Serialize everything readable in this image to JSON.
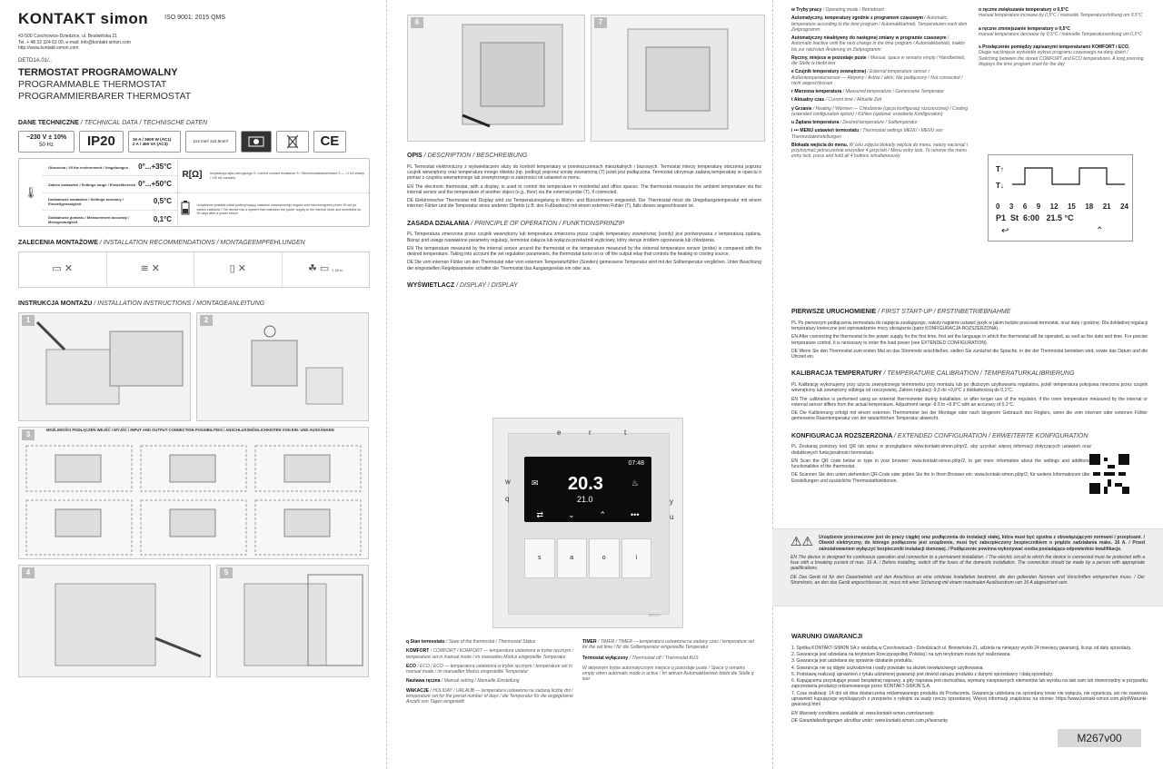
{
  "header": {
    "brand": "KONTAKT simon",
    "iso": "ISO 9001: 2015 QMS",
    "address": [
      "43-500 Czechowice-Dziedzice, ul. Bestwińska 21",
      "Tel. + 48 32 324 63 00, e-mail: info@kontakt-simon.com",
      "http://www.kontakt-simon.com"
    ],
    "code": "DETD1A.01/..",
    "title_pl": "TERMOSTAT PROGRAMOWALNY",
    "title_en": "PROGRAMMABLE THERMOSTAT",
    "title_de": "PROGRAMMIERBARER THERMOSTAT"
  },
  "tech": {
    "heading": "DANE TECHNICZNE",
    "heading_alt": "/ TECHNICAL DATA / TECHNISCHE DATEN",
    "voltage": "~230 V ± 10%",
    "freq": "50 Hz",
    "ip": "IP20",
    "load1": "16 A / 3600 W (AC1)",
    "load2": "2 A / 450 VA (AC3)",
    "wire": "1x4 mm² 2x2.5mm²",
    "ce": "CE",
    "rows": [
      {
        "label": "Otoczenia / Of the environment / Umgebungen",
        "value": "0°...+35°C"
      },
      {
        "label": "Zakres nastawień / Settings range / Einstellbereich",
        "value": "0°...+50°C"
      },
      {
        "label": "Dokładność nastawień / Settings accuracy / Einstellgenauigkeit",
        "value": "0,5°C"
      },
      {
        "label": "Dokładność pomiaru / Measurement accuracy / Messgenauigkeit",
        "value": "0,1°C"
      }
    ],
    "sensor_symbol": "R[Ω]",
    "sensor_text": "rezystancja styku sterującego S / control contact resistance S / Steuerkontaktwiderstand S — <1 kΩ zwarty / >40 kΩ rozwarty",
    "battery_text": "Urządzenie posiada układ podtrzymujący zasilanie wewnętrznego zegara oraz harmonogramu przez 90 dni po zaniku zasilania / The device has a system that maintains the power supply to the internal clock and schedules for 90 days after a power failure"
  },
  "mount": {
    "heading": "ZALECENIA MONTAŻOWE",
    "heading_alt": "/ INSTALLATION RECOMMENDATIONS / MONTAGEEMPFEHLUNGEN",
    "height": "1,50 m"
  },
  "install": {
    "heading": "INSTRUKCJA MONTAŻU",
    "heading_alt": "/ INSTALLATION INSTRUCTIONS / MONTAGEANLEITUNG",
    "step3": "MOŻLIWOŚCI PODŁĄCZEŃ WEJŚĆ I WYJŚĆ / INPUT AND OUTPUT CONNECTION POSSIBILITIES / ANSCHLUSSMÖGLICHKEITEN VON EIN- UND AUSGÄNGEN",
    "steps": [
      "1",
      "2",
      "3",
      "4",
      "5",
      "6",
      "7"
    ]
  },
  "opis": {
    "heading": "OPIS",
    "heading_alt": "/ DESCRIPTION / BESCHREIBUNG",
    "pl": "PL Termostat elektroniczny z wyświetlaczem służy do kontroli temperatury w pomieszczeniach mieszkalnych i biurowych. Termostat mierzy temperaturę otoczenia poprzez czujnik wewnętrzny oraz temperaturę innego obiektu (np. podłogi) poprzez sondę zewnętrzną (T) jeżeli jest podłączona. Termostat utrzymuje zadaną temperaturę w oparciu o pomiar z czujnika wewnętrznego lub zewnętrznego w zależności od ustawień w menu.",
    "en": "EN The electronic thermostat, with a display, is used to control the temperature in residential and office spaces. The thermostat measures the ambient temperature via the internal sensor and the temperature of another object (e.g., floor) via the external probe (T), if connected.",
    "de": "DE Elektronischer Thermostat mit Display wird zur Temperaturregelung in Wohn- und Bürozimmern eingesetzt. Der Thermostat misst die Umgebungstemperatur mit einem internen Fühler und die Temperatur eines anderen Objekts (z.B. des Fußbodens) mit einem externen Fühler (T), falls dieses angeschlossen ist."
  },
  "zasada": {
    "heading": "ZASADA DZIAŁANIA",
    "heading_alt": "/ PRINCIPLE OF OPERATION / FUNKTIONSPRINZIP",
    "pl": "PL Temperatura zmierzona przez czujnik wewnętrzny lub temperatura zmierzona przez czujnik temperatury zewnętrznej (sondy) jest porównywana z temperaturą żądaną. Biorąc pod uwagę nastawione parametry regulacji, termostat załącza lub wyłącza przekaźnik wyjściowy, który steruje źródłem ogrzewania lub chłodzenia.",
    "en": "EN The temperature measured by the internal sensor around the thermostat or the temperature measured by the external temperature sensor (probe) is compared with the desired temperature. Taking into account the set regulation parameters, the thermostat turns on or off the output relay that controls the heating or cooling source.",
    "de": "DE Die vom internen Fühler um den Thermostat oder vom externen Temperaturfühler (Sonden) gemessene Temperatur wird mit der Solltemperatur verglichen. Unter Beachtung der eingestellten Regelparameter schaltet der Thermostat das Ausgangsrelais ein oder aus."
  },
  "display": {
    "heading": "WYŚWIETLACZ",
    "heading_alt": "/ DISPLAY / DISPLAY",
    "time": "07:48",
    "temp": "20.3",
    "temp2": "21.0",
    "buttons": [
      "s",
      "a",
      "o",
      "i"
    ],
    "brand_small": "simon",
    "callouts": [
      "e",
      "r",
      "t",
      "w",
      "q",
      "y",
      "u"
    ]
  },
  "legend_left": [
    {
      "t": "q Stan termostatu",
      "s": "/ State of the thermostat / Thermostat Status"
    },
    {
      "t": "KOMFORT",
      "s": "/ COMFORT / KOMFORT — temperatura ustawiona w trybie ręcznym / temperature set in manual mode / im manuellen Modus eingestellte Temperatur"
    },
    {
      "t": "ECO",
      "s": "/ ECO / ECO — temperatura ustawiona w trybie ręcznym / temperature set in manual mode / im manuellen Modus eingestellte Temperatur"
    },
    {
      "t": "Nastawa ręczna",
      "s": "/ Manual setting / Manuelle Einstellung"
    },
    {
      "t": "WAKACJE",
      "s": "/ HOLIDAY / URLAUB — temperatura ustawiona na zadaną liczbę dni / temperature set for the preset number of days / die Temperatur für die angegebene Anzahl von Tagen eingestellt"
    }
  ],
  "legend_right": [
    {
      "t": "TIMER",
      "s": "/ TIMER / TIMER — temperatura ustawiona na zadany czas / temperature set for the set time / für die Solltemperatur eingestellte Temperatur"
    },
    {
      "t": "Termostat wyłączony",
      "s": "/ Thermostat off / Thermostat AUS"
    },
    {
      "t": "",
      "s": "W aktywnym trybie automatycznym miejsce q pozostaje puste / Space q remains empty when automatic mode is active / Im aktiven Automatikbetrieb bleibt die Stelle q leer"
    }
  ],
  "c3_items": [
    {
      "t": "w Tryby pracy",
      "s": "/ Operating mode / Betriebsart"
    },
    {
      "t": "Automatyczny, temperatury zgodnie z programem czasowym",
      "s": "/ Automatic, temperature according to the time program / Automatikbetrieb, Temperaturen nach dem Zeitprogramm"
    },
    {
      "t": "Automatyczny nieaktywny do następnej zmiany w programie czasowym",
      "s": "/ Automatic inactive until the next change in the time program / Automatikbetrieb, inaktiv bis zur nächsten Änderung im Zeitprogramm"
    },
    {
      "t": "Ręczny, miejsce w pozostaje puste",
      "s": "/ Manual, space w remains empty / Handbetrieb, die Stelle w bleibt leer"
    },
    {
      "t": "e Czujnik temperatury zewnętrznej",
      "s": "/ External temperature sensor / Außentemperatursensor — Aktywny / Active / aktiv; Nie podłączony / Not connected / nicht angeschlossen"
    },
    {
      "t": "r Mierzona temperatura",
      "s": "/ Measured temperature / Gemessene Temperatur"
    },
    {
      "t": "t Aktualny czas",
      "s": "/ Current time / Aktuelle Zeit"
    },
    {
      "t": "y Grzanie",
      "s": "/ Heating / Wärmen — Chłodzenie (opcja konfiguracji rozszerzonej) / Cooling (extended configuration option) / Kühlen (optional: erweiterte Konfiguration)"
    },
    {
      "t": "u Żądana temperatura",
      "s": "/ Desired temperature / Solltemperatur"
    },
    {
      "t": "i ••• MENU ustawień termostatu",
      "s": "/ Thermostat settings MENU / MENU von Thermostateinstellungen"
    },
    {
      "t": "Blokada wejścia do menu.",
      "s": "W celu zdjęcia blokady wejścia do menu, należy nacisnąć i przytrzymać jednocześnie wszystkie 4 przyciski / Menu entry lock. To remove the menu entry lock, press and hold all 4 buttons simultaneously"
    }
  ],
  "c3_right": [
    {
      "t": "o ręczne zwiększanie temperatury o 0,5°C",
      "s": "manual temperature increase by 0,5°C / manuelle Temperaturerhöhung um 0,5°C"
    },
    {
      "t": "a ręczne zmniejszanie temperatury o 0,5°C",
      "s": "manual temperature decrease by 0,5°C / manuelle Temperatursenkung um 0,5°C"
    },
    {
      "t": "s Przełączenie pomiędzy zapisanymi temperaturami KOMFORT i ECO.",
      "s": "Długie naciśnięcie wyświetla wykres programu czasowego na dany dzień / Switching between the stored COMFORT and ECO temperatures. A long pressing displays the time program chart for the day"
    }
  ],
  "mini_screen": {
    "ticks": [
      "0",
      "3",
      "6",
      "9",
      "12",
      "15",
      "18",
      "21",
      "24"
    ],
    "line": "P1  St  6:00   21.5 °C"
  },
  "first": {
    "heading": "PIERWSZE URUCHOMIENIE",
    "heading_alt": "/ FIRST START-UP / ERSTINBETRIEBNAHME",
    "pl": "PL Po pierwszym podłączeniu termostatu do napięcia zasilającego, należy najpierw ustawić język w jakim będzie pracował termostat, oraz datę i godzinę. Dla dokładnej regulacji temperatury konieczne jest wprowadzenie mocy obciążenia (patrz KONFIGURACJA ROZSZERZONA).",
    "en": "EN After connecting the thermostat to the power supply for the first time, first set the language in which the thermostat will be operated, as well as the date and time. For precise temperature control, it is necessary to enter the load power (see EXTENDED CONFIGURATION).",
    "de": "DE Wenn Sie den Thermostat zum ersten Mal an das Stromnetz anschließen, stellen Sie zunächst die Sprache, in der der Thermostat betrieben wird, sowie das Datum und die Uhrzeit ein."
  },
  "calib": {
    "heading": "KALIBRACJA TEMPERATURY",
    "heading_alt": "/ TEMPERATURE CALIBRATION / TEMPERATURKALIBRIERUNG",
    "pl": "PL Kalibrację wykonujemy przy użyciu zewnętrznego termometru przy montażu lub po dłuższym użytkowaniu regulatora, jeżeli temperatura pokojowa mierzona przez czujnik wewnętrzny lub zewnętrzny odbiega od rzeczywistej. Zakres regulacji -9,9 do +9,9°C z dokładnością do 0,1°C.",
    "en": "EN The calibration is performed using an external thermometer during installation, or after longer use of the regulator, if the room temperature measured by the internal or external sensor differs from the actual temperature. Adjustment range -9.9 to +9.9°C with an accuracy of 0.1°C.",
    "de": "DE Die Kalibrierung erfolgt mit einem externen Thermometer bei der Montage oder nach längerem Gebrauch des Reglers, wenn die vom internen oder externen Fühler gemessene Raumtemperatur von der tatsächlichen Temperatur abweicht."
  },
  "ext": {
    "heading": "KONFIGURACJA ROZSZERZONA",
    "heading_alt": "/ EXTENDED CONFIGURATION / ERWEITERTE KONFIGURATION",
    "pl": "PL Zeskanuj poniższy kod QR lub wpisz w przeglądarce www.kontakt-simon.pl/qr/2, aby uzyskać więcej informacji dotyczących ustawień oraz dodatkowych funkcjonalności termostatu.",
    "en": "EN Scan the QR code below or type in your browser: www.kontakt-simon.pl/qr/2, to get more information about the settings and additional functionalities of the thermostat.",
    "de": "DE Scannen Sie den unten stehenden QR-Code oder geben Sie ihn in Ihren Browser ein: www.kontakt-simon.pl/qr/2, für weitere Informationen über Einstellungen und zusätzliche Thermostatfunktionen."
  },
  "warn": {
    "pl": "Urządzenie przeznaczone jest do pracy ciągłej oraz podłączenia do instalacji stałej, która musi być zgodna z obowiązującymi normami i przepisami. / Obwód elektryczny, do którego podłączone jest urządzenie, musi być zabezpieczony bezpiecznikiem o prądzie zadziałania maks. 16 A. / Przed zainstalowaniem wyłączyć bezpieczniki instalacji domowej. / Podłączenie powinna wykonywać osoba posiadająca odpowiednie kwalifikacje.",
    "en": "EN The device is designed for continuous operation and connection to a permanent installation. / The electric circuit to which the device is connected must be protected with a fuse with a breaking current of max. 16 A. / Before installing, switch off the fuses of the domestic installation. The connection should be made by a person with appropriate qualifications.",
    "de": "DE Das Gerät ist für den Dauerbetrieb und den Anschluss an eine ortsfeste Installation bestimmt, die den geltenden Normen und Vorschriften entsprechen muss. / Der Stromkreis, an den das Gerät angeschlossen ist, muss mit einer Sicherung mit einem maximalen Auslösestrom von 16 A abgesichert sein."
  },
  "warranty": {
    "heading": "WARUNKI GWARANCJI",
    "items": [
      "1. Spółka KONTAKT-SIMON SA z siedzibą w Czechowicach - Dziedzicach ul. Bestwińska 21, udziela na niniejszy wyrób 24 miesięcy gwarancji, licząc od daty sprzedaży.",
      "2. Gwarancja jest udzielana na terytorium Rzeczpospolitej Polskiej i na tym terytorium może być realizowana.",
      "3. Gwarancja jest udzielana się sprawnie działanie produktu.",
      "4. Gwarancja nie są objęte uszkodzenia i wady powstałe na skutek niewłaściwego użytkowania.",
      "5. Podstawą realizacji uprawnień z tytułu udzielonej gwarancji jest dowód zakupu produktu z danymi sprzedawcy i datą sprzedaży.",
      "6. Kupującemu przysługuje prawo bezpłatnej naprawy, a gdy naprawa jest niemożliwa, wymiany niesprawnych elementów lub wyrobu na taki sam lub równorzędny w przypadku zaprzestania produkcji reklamowanego przez KONTAKT-SIMON S.A.",
      "7. Czas realizacji: 14 dni od dnia dostarczenia reklamowanego produktu do Producenta. Gwarancja udzielana na sprzedany towar nie wyłącza, nie ogranicza, ani nie zawiesza uprawnień kupującego wynikających z przepisów o rękojmi za wady rzeczy sprzedanej. Więcej informacji znajdziesz na stronie: https://www.kontakt-simon.com.pl/pl/Warunki-gwarancji.html"
    ],
    "en": "EN Warranty conditions available at: www.kontakt-simon.com/warranty.",
    "de": "DE Garantiebedingungen abrufbar unter: www.kontakt-simon.com.pl/warranty."
  },
  "doc_code": "M267v00"
}
